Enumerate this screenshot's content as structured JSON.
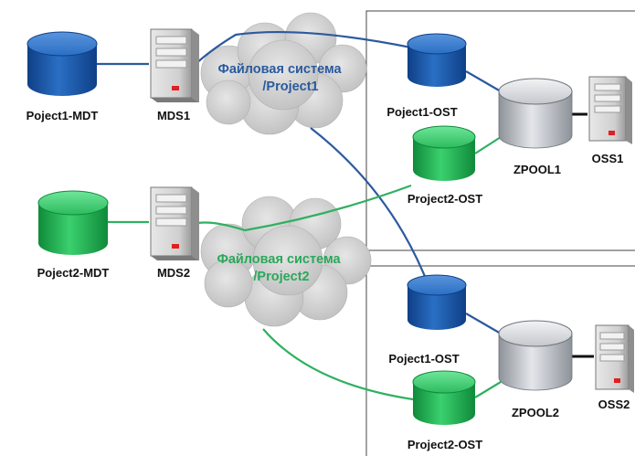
{
  "colors": {
    "blue": "#1f5fae",
    "blue_line": "#2c5a9e",
    "green": "#1fae4f",
    "green_line": "#2fb060",
    "gray_disk": "#b8bcc2",
    "server": "#c9c9c9",
    "server_led": "#e02020",
    "cloud": "#c8c8c8",
    "box_border": "#444444"
  },
  "labels": {
    "mdt1": "Poject1-MDT",
    "mds1": "MDS1",
    "mdt2": "Poject2-MDT",
    "mds2": "MDS2",
    "ost1_top": "Poject1-OST",
    "ost2_top": "Project2-OST",
    "zpool1": "ZPOOL1",
    "oss1": "OSS1",
    "ost1_bottom": "Poject1-OST",
    "ost2_bottom": "Project2-OST",
    "zpool2": "ZPOOL2",
    "oss2": "OSS2"
  },
  "clouds": {
    "fs1_line1": "Файловая система",
    "fs1_line2": "/Project1",
    "fs2_line1": "Файловая система",
    "fs2_line2": "/Project2"
  },
  "icons": [
    "disk-cylinder-icon",
    "server-tower-icon",
    "cloud-icon",
    "zpool-cylinder-icon"
  ]
}
